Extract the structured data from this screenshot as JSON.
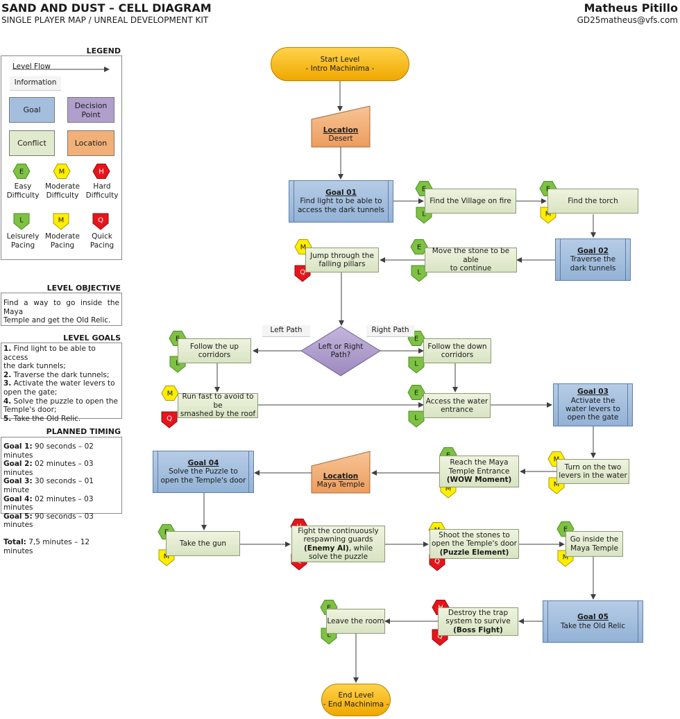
{
  "header": {
    "title": "SAND AND DUST – CELL DIAGRAM",
    "subtitle": "SINGLE PLAYER MAP / UNREAL DEVELOPMENT KIT",
    "author": "Matheus Pitillo",
    "email": "GD25matheus@vfs.com"
  },
  "legend": {
    "title": "LEGEND",
    "level_flow": "Level Flow",
    "information": "Information",
    "goal": "Goal",
    "decision_line1": "Decision",
    "decision_line2": "Point",
    "conflict": "Conflict",
    "location": "Location",
    "easy_1": "Easy",
    "easy_2": "Difficulty",
    "moderate_d_1": "Moderate",
    "moderate_d_2": "Difficulty",
    "hard_1": "Hard",
    "hard_2": "Difficulty",
    "leisurely_1": "Leisurely",
    "leisurely_2": "Pacing",
    "moderate_p_1": "Moderate",
    "moderate_p_2": "Pacing",
    "quick_1": "Quick",
    "quick_2": "Pacing",
    "badge_e": "E",
    "badge_m": "M",
    "badge_h": "H",
    "badge_l": "L",
    "badge_pm": "M",
    "badge_q": "Q"
  },
  "objective": {
    "title": "LEVEL OBJECTIVE",
    "line1": "Find a way to go inside the Maya",
    "line2": "Temple and get the Old Relic."
  },
  "goals_panel": {
    "title": "LEVEL GOALS",
    "g1_num": "1.",
    "g1_a": " Find light to be able to access",
    "g1_b": "the dark tunnels;",
    "g2_num": "2.",
    "g2_a": " Traverse the dark tunnels;",
    "g3_num": "3.",
    "g3_a": " Activate the water levers to",
    "g3_b": "open the gate;",
    "g4_num": "4.",
    "g4_a": " Solve the puzzle to open the",
    "g4_b": "Temple's door;",
    "g5_num": "5.",
    "g5_a": " Take the Old Relic."
  },
  "timing": {
    "title": "PLANNED TIMING",
    "g1_k": "Goal 1:",
    "g1_v": " 90 seconds – 02 minutes",
    "g2_k": "Goal 2:",
    "g2_v": " 02 minutes – 03 minutes",
    "g3_k": "Goal 3:",
    "g3_v": " 30 seconds – 01 minute",
    "g4_k": "Goal 4:",
    "g4_v": " 02 minutes – 03 minutes",
    "g5_k": "Goal 5:",
    "g5_v": " 90 seconds – 03 minutes",
    "total_k": "Total:",
    "total_v": " 7,5 minutes – 12 minutes"
  },
  "diagram": {
    "start_1": "Start Level",
    "start_2": "- Intro Machinima -",
    "loc1_label": "Location",
    "loc1_name": "Desert",
    "goal1_label": "Goal 01",
    "goal1_1": "Find light to be able to",
    "goal1_2": "access the dark tunnels",
    "village": "Find the Village on fire",
    "torch": "Find the torch",
    "goal2_label": "Goal 02",
    "goal2_1": "Traverse the",
    "goal2_2": "dark tunnels",
    "stone_1": "Move the stone to be able",
    "stone_2": "to continue",
    "jump_1": "Jump through the",
    "jump_2": "falling pillars",
    "decision_1": "Left or Right",
    "decision_2": "Path?",
    "left_path": "Left Path",
    "right_path": "Right Path",
    "up_1": "Follow the up",
    "up_2": "corridors",
    "down_1": "Follow the down",
    "down_2": "corridors",
    "run_1": "Run fast to avoid to be",
    "run_2": "smashed by the roof",
    "water_1": "Access the water",
    "water_2": "entrance",
    "goal3_label": "Goal 03",
    "goal3_1": "Activate the",
    "goal3_2": "water levers to",
    "goal3_3": "open the gate",
    "levers_1": "Turn on the two",
    "levers_2": "levers in the water",
    "reach_1": "Reach the Maya",
    "reach_2": "Temple Entrance",
    "reach_3": "(WOW Moment)",
    "loc2_label": "Location",
    "loc2_name": "Maya Temple",
    "goal4_label": "Goal 04",
    "goal4_1": "Solve the Puzzle to",
    "goal4_2": "open the Temple's door",
    "gun": "Take the gun",
    "fight_1": "Fight the continuously",
    "fight_2": "respawning guards",
    "fight_3": "(Enemy AI)",
    "fight_3b": ", while",
    "fight_4": "solve the puzzle",
    "shoot_1": "Shoot the stones to",
    "shoot_2": "open the Temple's door",
    "shoot_3": "(Puzzle Element)",
    "inside_1": "Go inside the",
    "inside_2": "Maya Temple",
    "goal5_label": "Goal 05",
    "goal5_1": "Take the Old Relic",
    "trap_1": "Destroy the trap",
    "trap_2": "system to survive",
    "trap_3": "(Boss Fight)",
    "leave": "Leave the room",
    "end_1": "End Level",
    "end_2": "- End Machinima -",
    "b_E": "E",
    "b_M": "M",
    "b_H": "H",
    "b_L": "L",
    "b_Q": "Q"
  },
  "colors": {
    "easy": "#7dc242",
    "moderate": "#ffee00",
    "hard": "#e8141b",
    "goal": "#a4bedd",
    "decision": "#b09fcc",
    "conflict": "#e2eacd",
    "location": "#f2b078",
    "terminal": "#f7b800"
  }
}
